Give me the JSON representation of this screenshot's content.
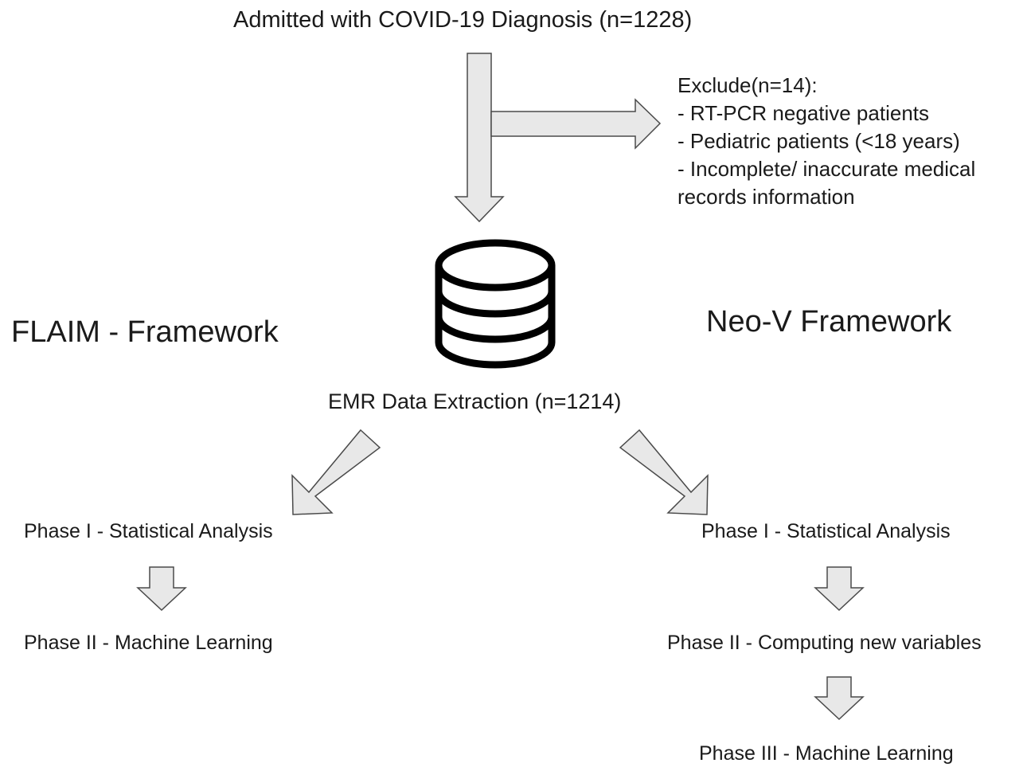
{
  "top": {
    "title": "Admitted with COVID-19 Diagnosis (n=1228)"
  },
  "exclusion": {
    "heading": "Exclude(n=14):",
    "items": [
      "- RT-PCR negative patients",
      "- Pediatric patients (<18 years)",
      "- Incomplete/ inaccurate  medical",
      "records information"
    ]
  },
  "database": {
    "icon": "database-icon",
    "label": "EMR Data Extraction (n=1214)"
  },
  "frameworks": {
    "left": {
      "title": "FLAIM - Framework",
      "phases": [
        "Phase I - Statistical Analysis",
        "Phase II - Machine Learning"
      ]
    },
    "right": {
      "title": "Neo-V Framework",
      "phases": [
        "Phase I - Statistical Analysis",
        "Phase II - Computing new variables",
        "Phase III - Machine Learning"
      ]
    }
  },
  "colors": {
    "arrow_fill": "#e8e8e8",
    "arrow_stroke": "#4a4a4a",
    "icon_stroke": "#000000"
  }
}
